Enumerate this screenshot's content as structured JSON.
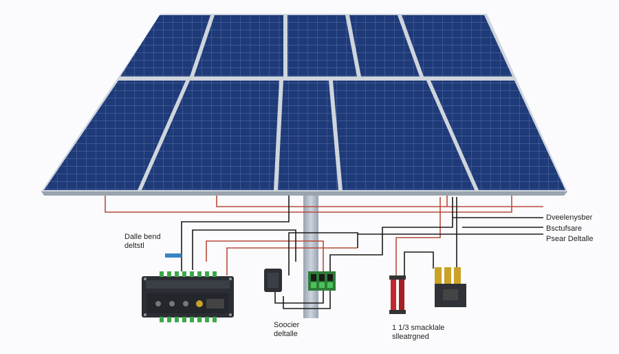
{
  "labels": {
    "right_1": "Dveelenysber",
    "right_2": "Bsctufsare",
    "right_3": "Psear Deltalle",
    "left_line1": "Dalle bend",
    "left_line2": "deltstl",
    "bottom_center_line1": "Soocier",
    "bottom_center_line2": "deltalle",
    "bottom_right_line1": "1 1/3 smacklale",
    "bottom_right_line2": "slleatrgned"
  },
  "colors": {
    "panel_cell": "#1e3a78",
    "panel_frame": "#b9c0c9",
    "wire_red": "#b84a3a",
    "wire_black": "#1a1a1a",
    "terminal_green": "#3da84a",
    "fuse_red": "#c1272d"
  }
}
